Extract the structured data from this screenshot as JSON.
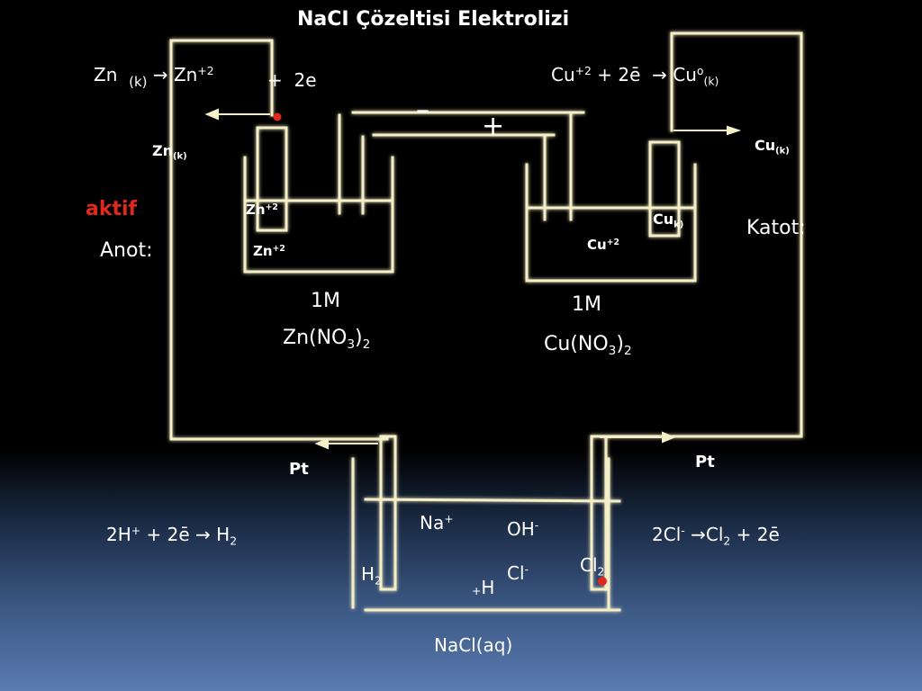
{
  "title": "NaCI Çözeltisi Elektrolizi",
  "colors": {
    "wire": "#f4efc6",
    "glow": "#c8b24a",
    "accent_red": "#e0281c"
  },
  "anode_top": {
    "reaction": {
      "a": "Zn",
      "a_sub": "(k)",
      "arrow": "→",
      "b": "Zn",
      "b_sup": "+2",
      "plus": "+",
      "e": "2e"
    },
    "electrode_label": {
      "main": "Zn",
      "sub": "(k)"
    },
    "aktif": "aktif",
    "anot": "Anot:",
    "ion_upper": {
      "main": "Zn",
      "sup": "+2"
    },
    "ion_lower": {
      "main": "Zn",
      "sup": "+2"
    },
    "conc": "1M",
    "salt": {
      "a": "Zn(NO",
      "sub": "3",
      "b": ")",
      "sub2": "2"
    }
  },
  "cathode_top": {
    "reaction": {
      "a": "Cu",
      "a_sup": "+2",
      "mid": "+ 2ē",
      "arrow": "→",
      "b": "Cu",
      "b_sup": "o",
      "b_sub": "(k)"
    },
    "electrode_label": {
      "main": "Cu",
      "sub": "(k)"
    },
    "in_cell": {
      "main": "Cu",
      "sub": "k)"
    },
    "ion": {
      "main": "Cu",
      "sup": "+2"
    },
    "katot": "Katot:",
    "conc": "1M",
    "salt": {
      "a": "Cu(NO",
      "sub": "3",
      "b": ")",
      "sub2": "2"
    }
  },
  "battery": {
    "minus": "–",
    "plus": "+"
  },
  "bottom": {
    "pt_left": "Pt",
    "pt_right": "Pt",
    "left_reaction": {
      "a": "2H",
      "a_sup": "+",
      "b": "+ 2ē",
      "arrow": "→",
      "c": "H",
      "c_sub": "2"
    },
    "right_reaction": {
      "a": "2Cl",
      "a_sup": "-",
      "arrow": "→",
      "b": "Cl",
      "b_sub": "2",
      "c": "+ 2ē"
    },
    "na": {
      "main": "Na",
      "sup": "+"
    },
    "oh": {
      "main": "OH",
      "sup": "-"
    },
    "cl": {
      "main": "Cl",
      "sup": "-"
    },
    "h2": {
      "main": "H",
      "sub": "2"
    },
    "h_plus": {
      "pre": "+",
      "main": "H"
    },
    "cl2": {
      "main": "Cl",
      "sub": "2"
    },
    "solution": "NaCl(aq)"
  }
}
